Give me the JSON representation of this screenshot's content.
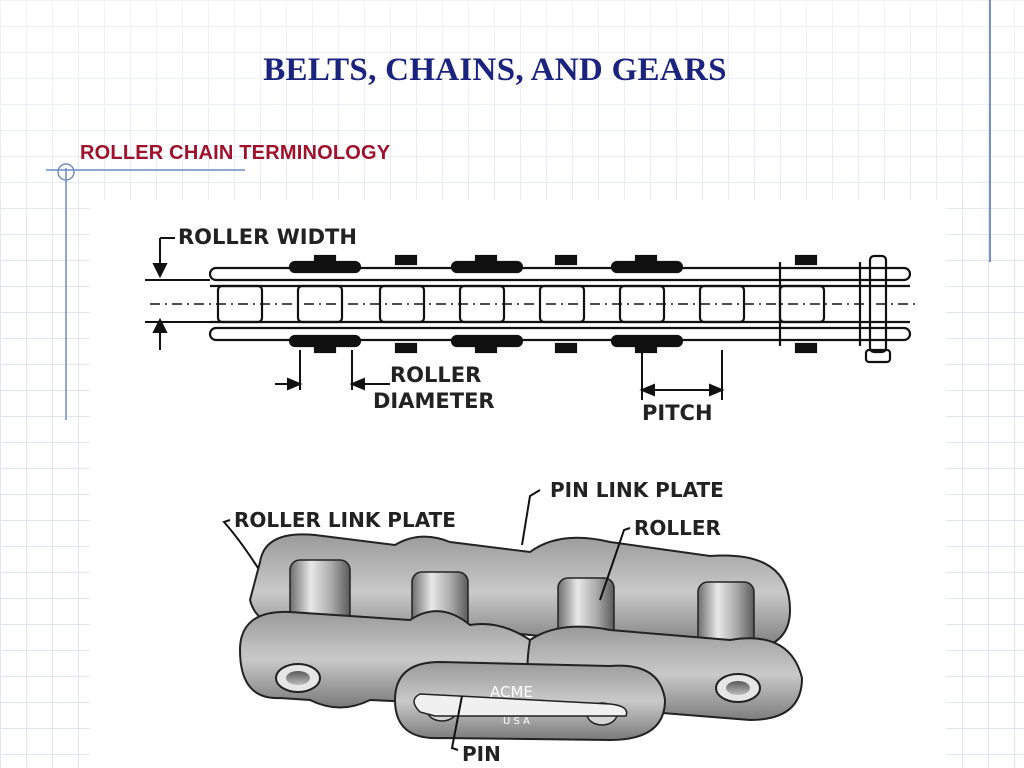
{
  "slide": {
    "title": "BELTS, CHAINS, AND GEARS",
    "subtitle": "ROLLER CHAIN TERMINOLOGY"
  },
  "top_diagram": {
    "labels": {
      "roller_width": "ROLLER WIDTH",
      "roller_diameter_line1": "ROLLER",
      "roller_diameter_line2": "DIAMETER",
      "pitch": "PITCH"
    }
  },
  "bottom_diagram": {
    "labels": {
      "pin_link_plate": "PIN LINK PLATE",
      "roller_link_plate": "ROLLER LINK PLATE",
      "roller": "ROLLER",
      "pin": "PIN"
    },
    "stamp": {
      "brand": "ACME",
      "origin": "U S A"
    }
  },
  "colors": {
    "title": "#1a237e",
    "subtitle": "#a0102a",
    "grid": "#dfe6f1",
    "accent_line": "#4a6fb0"
  }
}
